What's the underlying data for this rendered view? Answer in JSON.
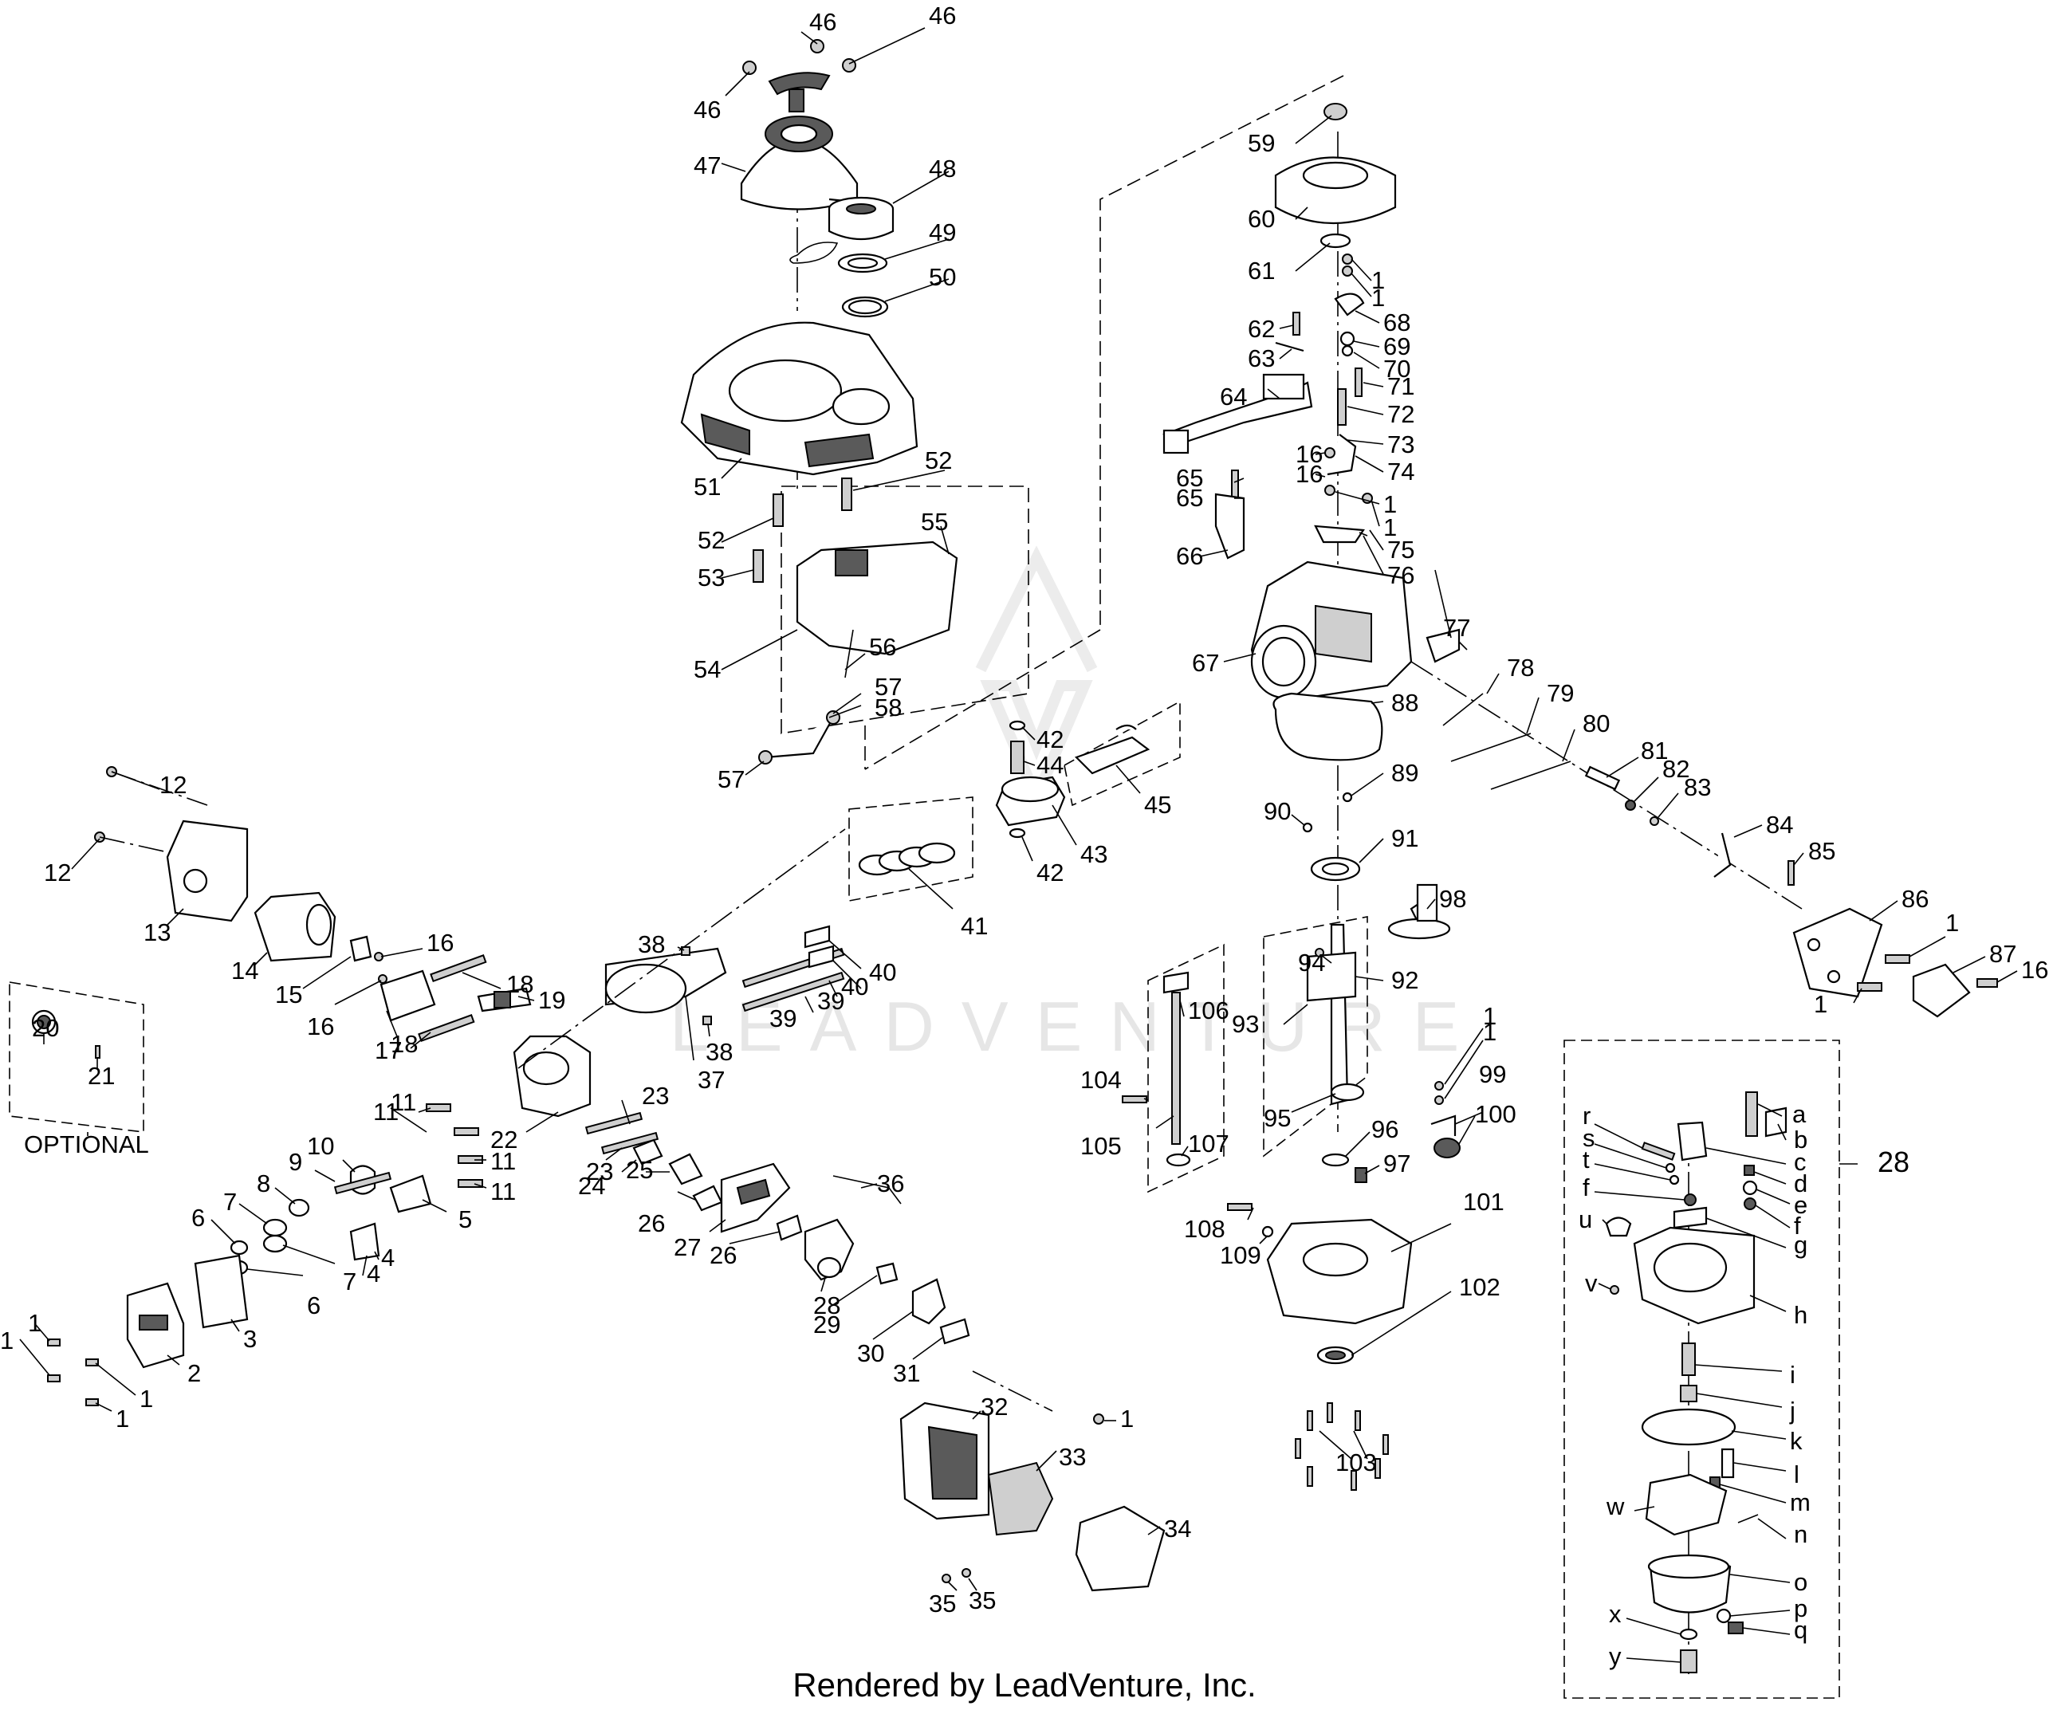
{
  "footer_text": "Rendered by LeadVenture, Inc.",
  "watermark_text": "LEADVENTURE",
  "optional_label": "OPTIONAL",
  "assembly_label": "28",
  "callouts": {
    "c46a": "46",
    "c46b": "46",
    "c46c": "46",
    "c47": "47",
    "c48": "48",
    "c49": "49",
    "c50": "50",
    "c51": "51",
    "c52a": "52",
    "c52b": "52",
    "c53": "53",
    "c54": "54",
    "c55": "55",
    "c56": "56",
    "c57a": "57",
    "c57b": "57",
    "c58": "58",
    "c59": "59",
    "c60": "60",
    "c61": "61",
    "c1a": "1",
    "c1b": "1",
    "c62": "62",
    "c63": "63",
    "c68": "68",
    "c69": "69",
    "c70": "70",
    "c71": "71",
    "c64": "64",
    "c72": "72",
    "c73": "73",
    "c16a": "16",
    "c16b": "16",
    "c74": "74",
    "c65a": "65",
    "c65b": "65",
    "c1c": "1",
    "c1d": "1",
    "c75": "75",
    "c66": "66",
    "c76": "76",
    "c77": "77",
    "c67": "67",
    "c78": "78",
    "c79": "79",
    "c88": "88",
    "c80": "80",
    "c81": "81",
    "c82": "82",
    "c83": "83",
    "c89": "89",
    "c90": "90",
    "c84": "84",
    "c85": "85",
    "c91": "91",
    "c86": "86",
    "c1e": "1",
    "c87": "87",
    "c16c": "16",
    "c1f": "1",
    "c98": "98",
    "c94": "94",
    "c92": "92",
    "c93": "93",
    "c95": "95",
    "c42a": "42",
    "c44": "44",
    "c45": "45",
    "c43": "43",
    "c42b": "42",
    "c41": "41",
    "c12a": "12",
    "c12b": "12",
    "c13": "13",
    "c14": "14",
    "c15": "15",
    "c16d": "16",
    "c16e": "16",
    "c17": "17",
    "c18a": "18",
    "c18b": "18",
    "c19": "19",
    "c20": "20",
    "c21": "21",
    "c38a": "38",
    "c38b": "38",
    "c40a": "40",
    "c40b": "40",
    "c39a": "39",
    "c39b": "39",
    "c37": "37",
    "c11a": "11",
    "c11b": "11",
    "c11c": "11",
    "c11d": "11",
    "c22": "22",
    "c23a": "23",
    "c23b": "23",
    "c10": "10",
    "c9": "9",
    "c8": "8",
    "c7a": "7",
    "c7b": "7",
    "c6a": "6",
    "c6b": "6",
    "c5": "5",
    "c4a": "4",
    "c4b": "4",
    "c3": "3",
    "c2": "2",
    "c24": "24",
    "c25": "25",
    "c26a": "26",
    "c26b": "26",
    "c27": "27",
    "c36": "36",
    "c28": "28",
    "c29": "29",
    "c30": "30",
    "c31": "31",
    "c1g": "1",
    "c1h": "1",
    "c1i": "1",
    "c1j": "1",
    "c32": "32",
    "c33": "33",
    "c34": "34",
    "c35a": "35",
    "c35b": "35",
    "c1k": "1",
    "c104": "104",
    "c105": "105",
    "c106": "106",
    "c107": "107",
    "c96": "96",
    "c97": "97",
    "c1l": "1",
    "c1m": "1",
    "c99": "99",
    "c100": "100",
    "c108": "108",
    "c109": "109",
    "c101": "101",
    "c102": "102",
    "c103": "103",
    "ca": "a",
    "cb": "b",
    "cc": "c",
    "cd": "d",
    "ce": "e",
    "cf1": "f",
    "cf2": "f",
    "cg": "g",
    "ch": "h",
    "ci": "i",
    "cj": "j",
    "ck": "k",
    "cl": "l",
    "cm": "m",
    "cn": "n",
    "co": "o",
    "cp": "p",
    "cq": "q",
    "cr": "r",
    "cs": "s",
    "ct": "t",
    "cu": "u",
    "cv": "v",
    "cw": "w",
    "cx": "x",
    "cy": "y"
  }
}
